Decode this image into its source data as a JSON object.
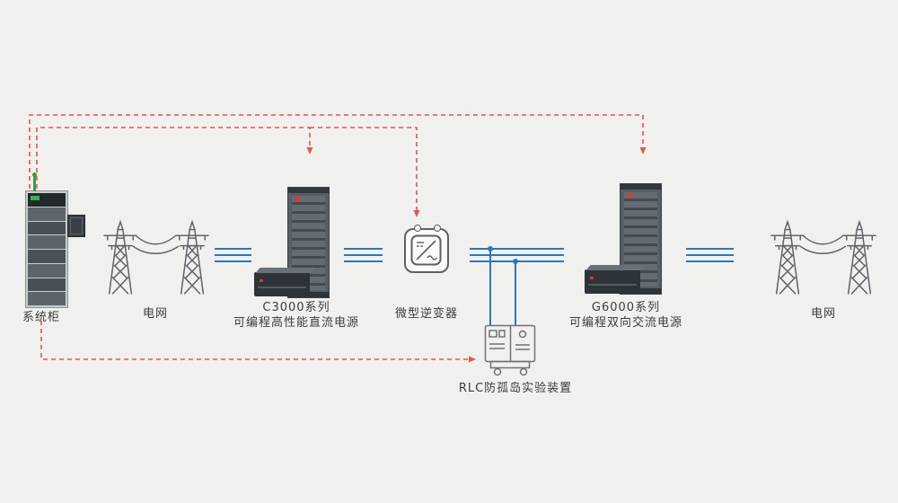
{
  "diagram_title": "Grid-tied micro-inverter test system diagram",
  "colors": {
    "background": "#f0f0ef",
    "bus_line_blue": "#2e77b8",
    "control_line_red": "#e2574e",
    "equipment_dark": "#3f444a",
    "antenna_green": "#2f9e44",
    "logo_red": "#d23c33"
  },
  "nodes": {
    "system_cabinet": {
      "label": "系统柜",
      "icon": "server-rack-icon"
    },
    "grid_left": {
      "label": "电网",
      "icon": "transmission-tower-icon"
    },
    "c3000": {
      "line1": "C3000系列",
      "line2": "可编程高性能直流电源",
      "icon": "power-supply-tower-icon"
    },
    "inverter": {
      "label": "微型逆变器",
      "icon": "micro-inverter-icon"
    },
    "rlc": {
      "label": "RLC防孤岛实验装置",
      "icon": "rlc-load-cart-icon"
    },
    "g6000": {
      "line1": "G6000系列",
      "line2": "可编程双向交流电源",
      "icon": "power-supply-tower-icon"
    },
    "grid_right": {
      "label": "电网",
      "icon": "transmission-tower-icon"
    }
  },
  "connections": {
    "bus_style": "three-phase-blue-lines",
    "control_style": "red-dashed-arrow",
    "control_links": [
      {
        "from": "system_cabinet",
        "to": "c3000"
      },
      {
        "from": "system_cabinet",
        "to": "inverter"
      },
      {
        "from": "system_cabinet",
        "to": "g6000"
      },
      {
        "from": "system_cabinet",
        "to": "rlc"
      }
    ],
    "bus_links": [
      {
        "from": "grid_left",
        "to": "c3000"
      },
      {
        "from": "c3000",
        "to": "inverter"
      },
      {
        "from": "inverter",
        "to": "g6000"
      },
      {
        "from": "inverter",
        "to": "rlc"
      },
      {
        "from": "g6000",
        "to": "grid_right"
      }
    ]
  }
}
